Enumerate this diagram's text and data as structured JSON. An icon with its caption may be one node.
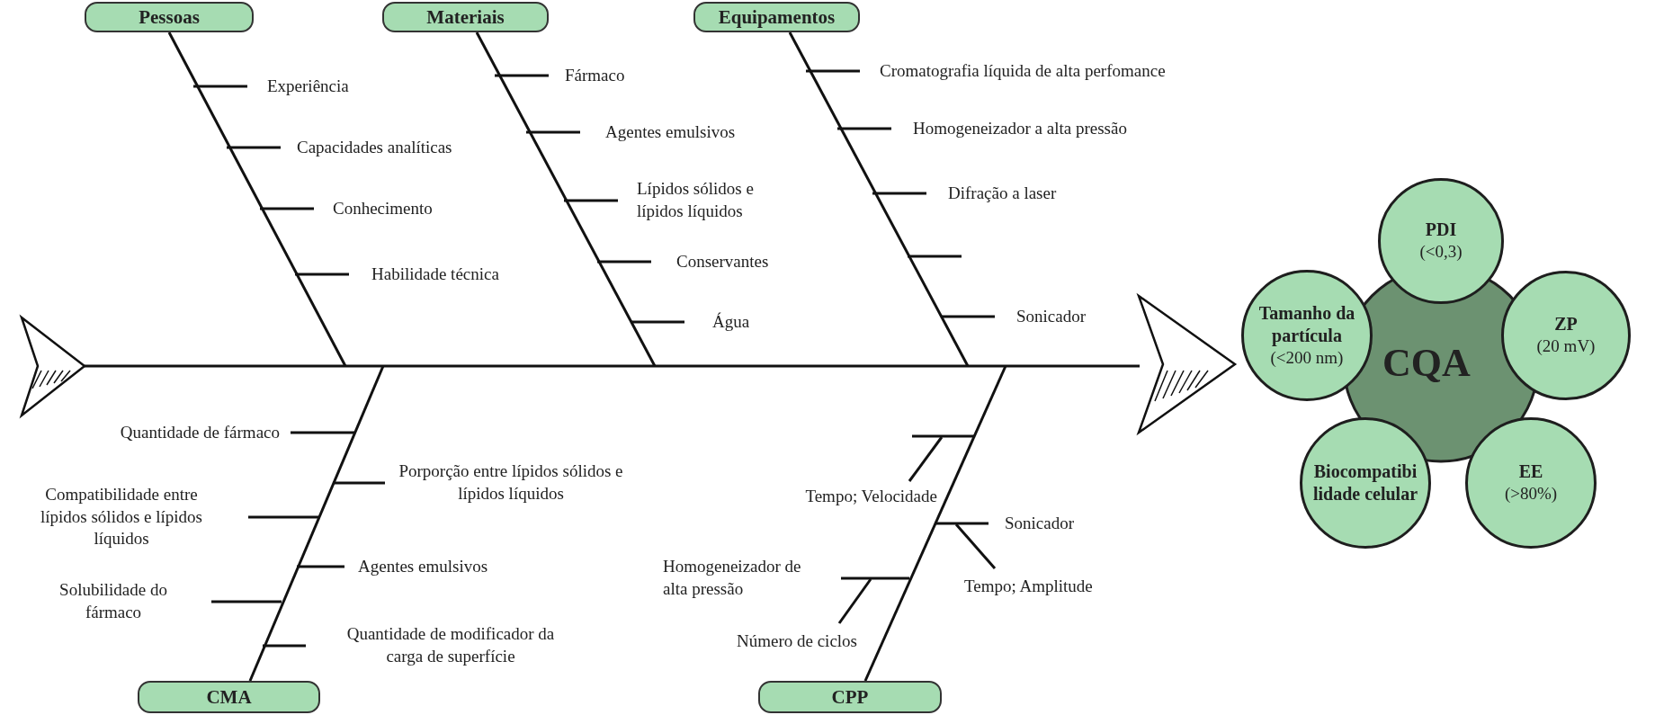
{
  "diagram": {
    "nodes": [
      {
        "text": [
          "Pessoas"
        ]
      },
      {
        "text": [
          "Materiais"
        ]
      },
      {
        "text": [
          "Equipamentos"
        ]
      },
      {
        "text": [
          "CMA"
        ]
      },
      {
        "text": [
          "CPP"
        ]
      },
      {
        "text": [
          "CQA"
        ]
      },
      {
        "text": [
          "PDI",
          "(<0,3)"
        ]
      },
      {
        "text": [
          "Tamanho da partícula",
          "(<200 nm)"
        ]
      },
      {
        "text": [
          "ZP",
          "(20 mV)"
        ]
      },
      {
        "text": [
          "Biocompatibilidade celular"
        ]
      },
      {
        "text": [
          "EE",
          "(>80%)"
        ]
      }
    ],
    "edges": [
      {
        "from": 0,
        "to": null,
        "arrow": "none"
      },
      {
        "from": 1,
        "to": null,
        "arrow": "none"
      },
      {
        "from": 2,
        "to": null,
        "arrow": "none"
      },
      {
        "from": 3,
        "to": null,
        "arrow": "none"
      },
      {
        "from": 4,
        "to": null,
        "arrow": "none"
      }
    ],
    "labels": [
      "Experiência",
      "Capacidades analíticas",
      "Conhecimento",
      "Habilidade técnica",
      "Fármaco",
      "Agentes emulsivos",
      "Lípidos sólidos e lípidos líquidos",
      "Conservantes",
      "Água",
      "Cromatografia líquida de alta perfomance",
      "Homogeneizador a alta pressão",
      "Difração a laser",
      "Sonicador",
      "Quantidade de fármaco",
      "Compatibilidade entre lípidos sólidos e lípidos líquidos",
      "Porporção entre lípidos sólidos e lípidos líquidos",
      "Agentes emulsivos",
      "Solubilidade do fármaco",
      "Quantidade de modificador da carga de superfície",
      "Tempo; Velocidade",
      "Sonicador",
      "Tempo; Amplitude",
      "Homogeneizador de alta pressão",
      "Número de ciclos"
    ]
  }
}
